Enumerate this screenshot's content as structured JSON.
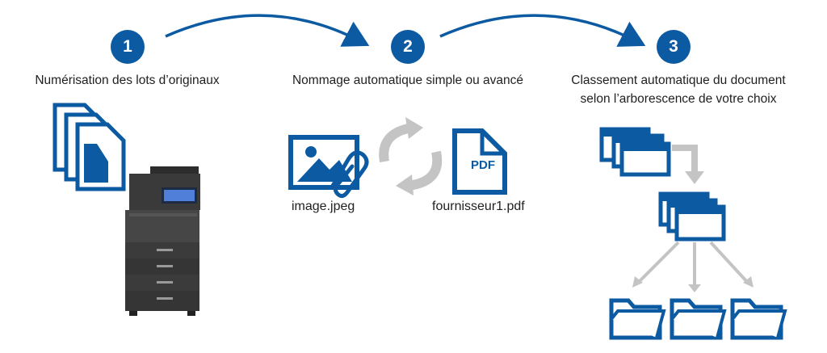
{
  "steps": [
    {
      "number": "1",
      "caption": "Numérisation des lots d’originaux"
    },
    {
      "number": "2",
      "caption": "Nommage automatique simple ou avancé"
    },
    {
      "number": "3",
      "caption_line1": "Classement automatique du document",
      "caption_line2": "selon l’arborescence de votre choix"
    }
  ],
  "files": {
    "source": "image.jpeg",
    "target": "fournisseur1.pdf",
    "pdf_label": "PDF"
  },
  "colors": {
    "brand_blue": "#0b5aa2",
    "arrow_gray": "#bfbfbf",
    "printer_dark": "#3a3a3a"
  }
}
